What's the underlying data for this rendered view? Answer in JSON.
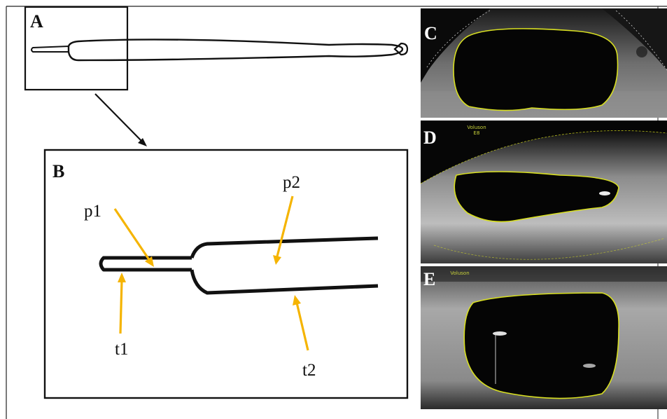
{
  "panels": {
    "a": "A",
    "b": "B",
    "c": "C",
    "d": "D",
    "e": "E"
  },
  "callouts": {
    "p1": "p1",
    "p2": "p2",
    "t1": "t1",
    "t2": "t2"
  },
  "ultrasound_tags": {
    "d_line1": "Voluson",
    "d_line2": "E8",
    "e_line1": "Voluson"
  },
  "colors": {
    "arrow": "#f5b400",
    "outline": "#d9e021",
    "ink": "#111111",
    "tissue_light": "#b5b5b5",
    "tissue_dark": "#3a3a3a",
    "lumen": "#050505"
  }
}
